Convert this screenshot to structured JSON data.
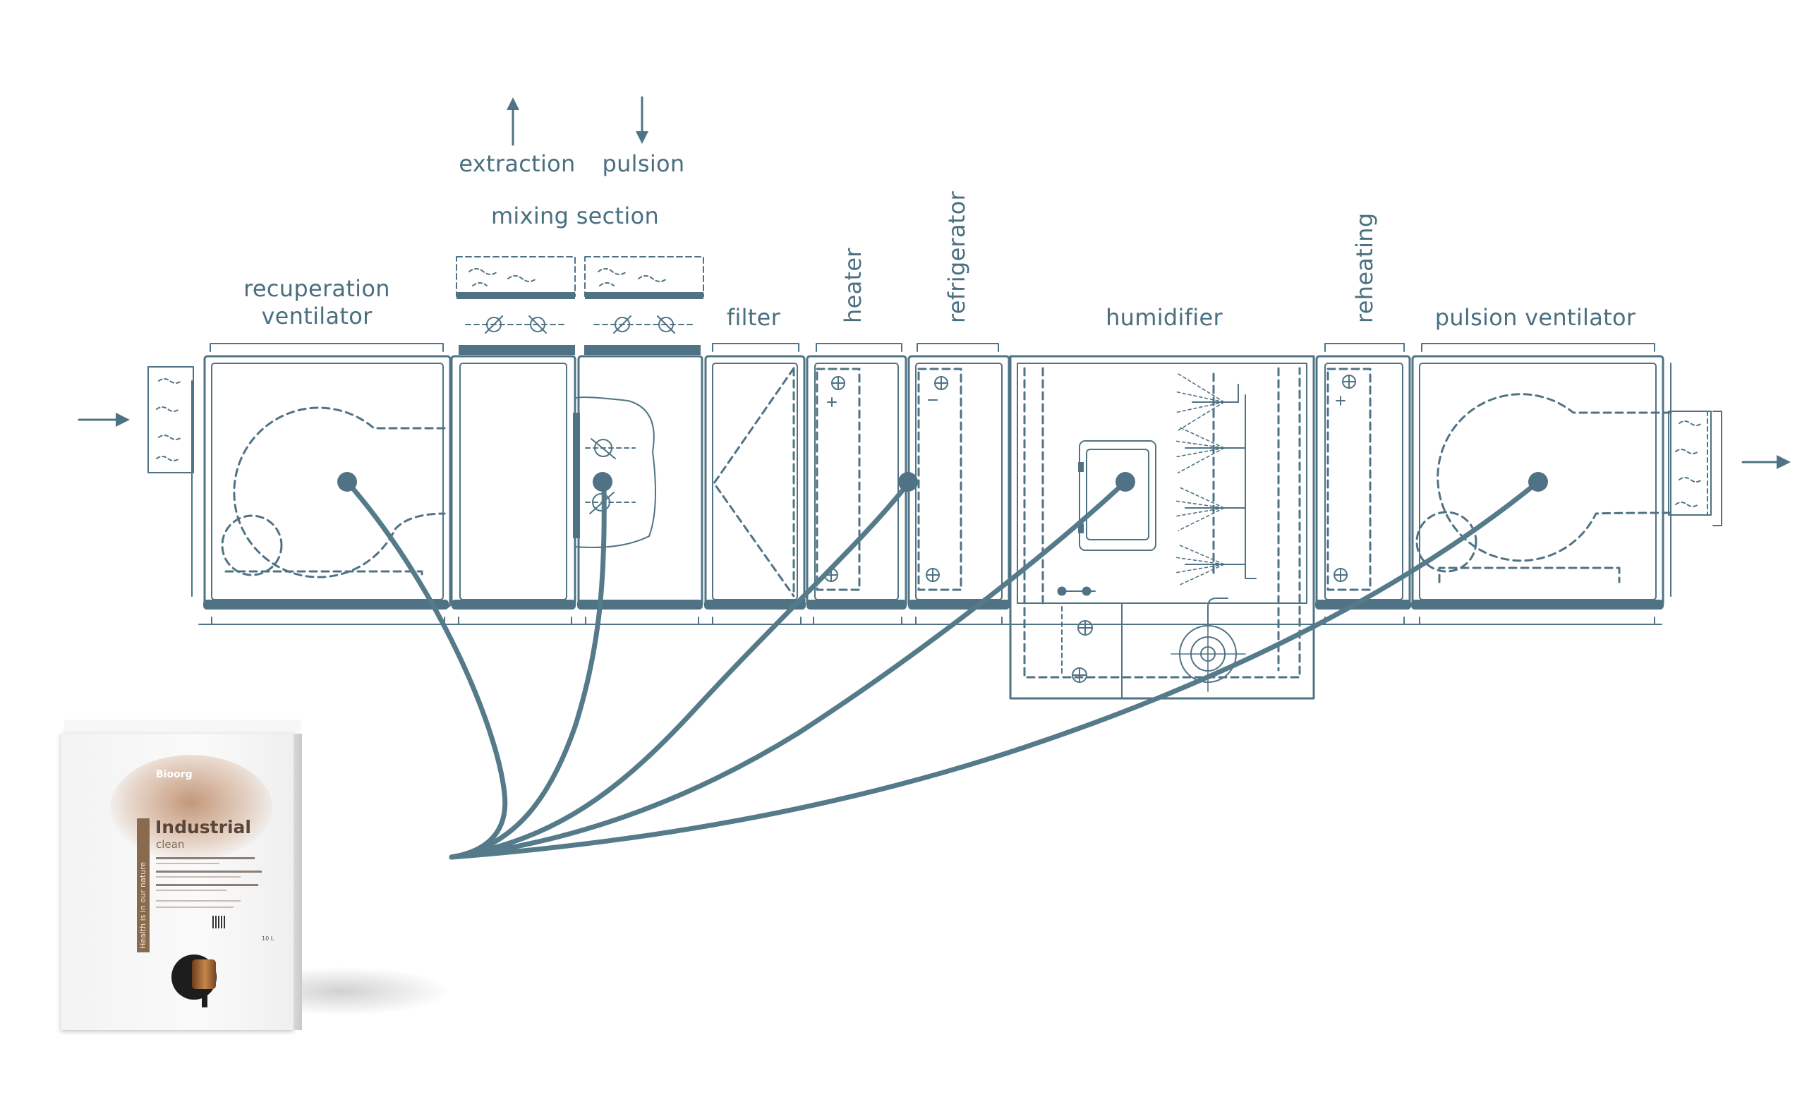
{
  "colors": {
    "diagram_stroke": "#4f7384",
    "label_text": "#4a6f80",
    "pipe": "#557a8a",
    "background": "#ffffff"
  },
  "labels": {
    "extraction": "extraction",
    "pulsion": "pulsion",
    "mixing_section": "mixing section",
    "recuperation_ventilator_line1": "recuperation",
    "recuperation_ventilator_line2": "ventilator",
    "filter": "filter",
    "heater": "heater",
    "refrigerator": "refrigerator",
    "humidifier": "humidifier",
    "reheating": "reheating",
    "pulsion_ventilator": "pulsion ventilator"
  },
  "product": {
    "brand": "Bioorg",
    "name": "Industrial",
    "variant": "clean",
    "slogan": "Health is in our nature",
    "volume": "10 L"
  },
  "icons": {
    "inlet_arrow": "arrow-right-icon",
    "outlet_arrow": "arrow-right-icon",
    "extraction_arrow": "arrow-up-icon",
    "pulsion_arrow": "arrow-down-icon"
  }
}
